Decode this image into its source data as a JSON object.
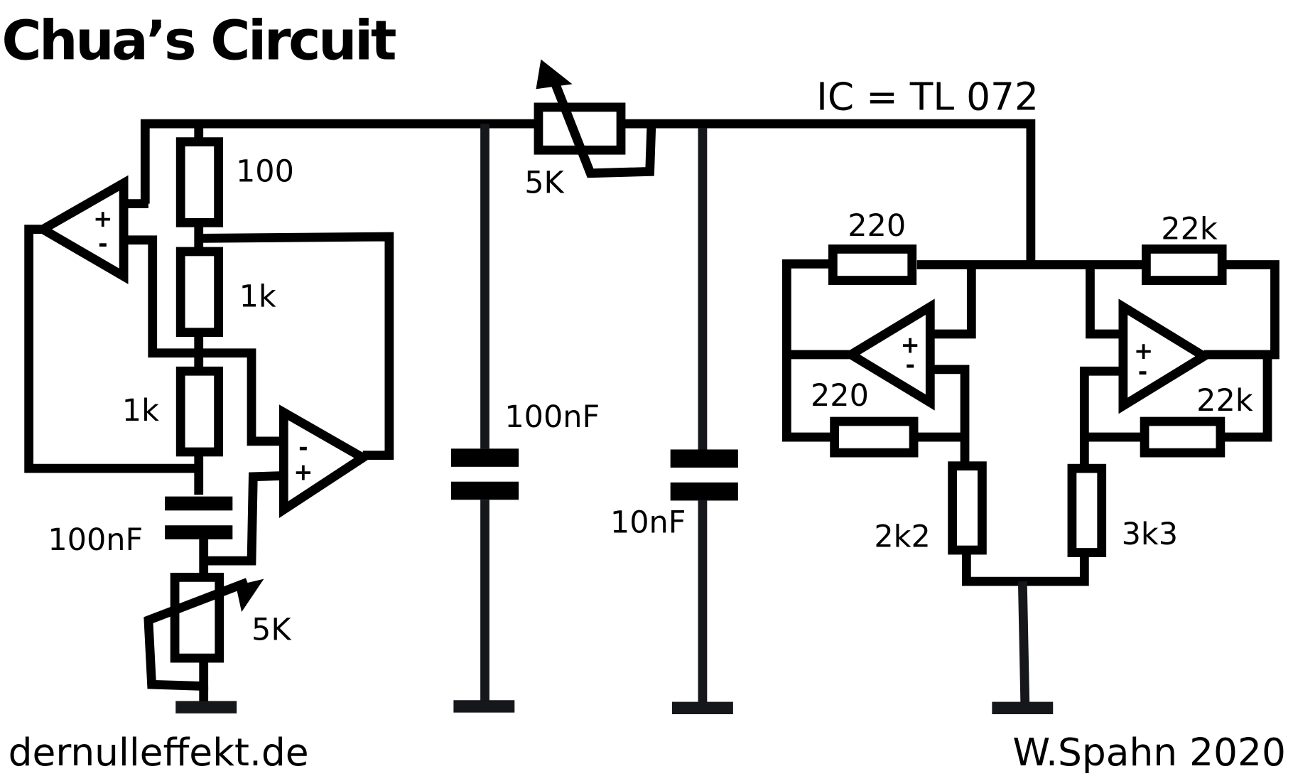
{
  "title": "Chua’s Circuit",
  "ic_note": "IC = TL 072",
  "footer": {
    "website": "dernulleffekt.de",
    "author": "W.Spahn 2020"
  },
  "components": {
    "r_100": "100",
    "r_1k_upper": "1k",
    "r_1k_lower": "1k",
    "c_100nF_left": "100nF",
    "pot_5k_left": "5K",
    "pot_5k_top": "5K",
    "c_100nF_mid": "100nF",
    "c_10nF": "10nF",
    "r_220_top": "220",
    "r_220_bottom": "220",
    "r_22k_top": "22k",
    "r_22k_bottom": "22k",
    "r_2k2": "2k2",
    "r_3k3": "3k3"
  },
  "opamp_signs": {
    "plus": "+",
    "minus": "-"
  },
  "colors": {
    "ink": "#000000",
    "ground_ink": "#16171b",
    "background": "#ffffff"
  }
}
